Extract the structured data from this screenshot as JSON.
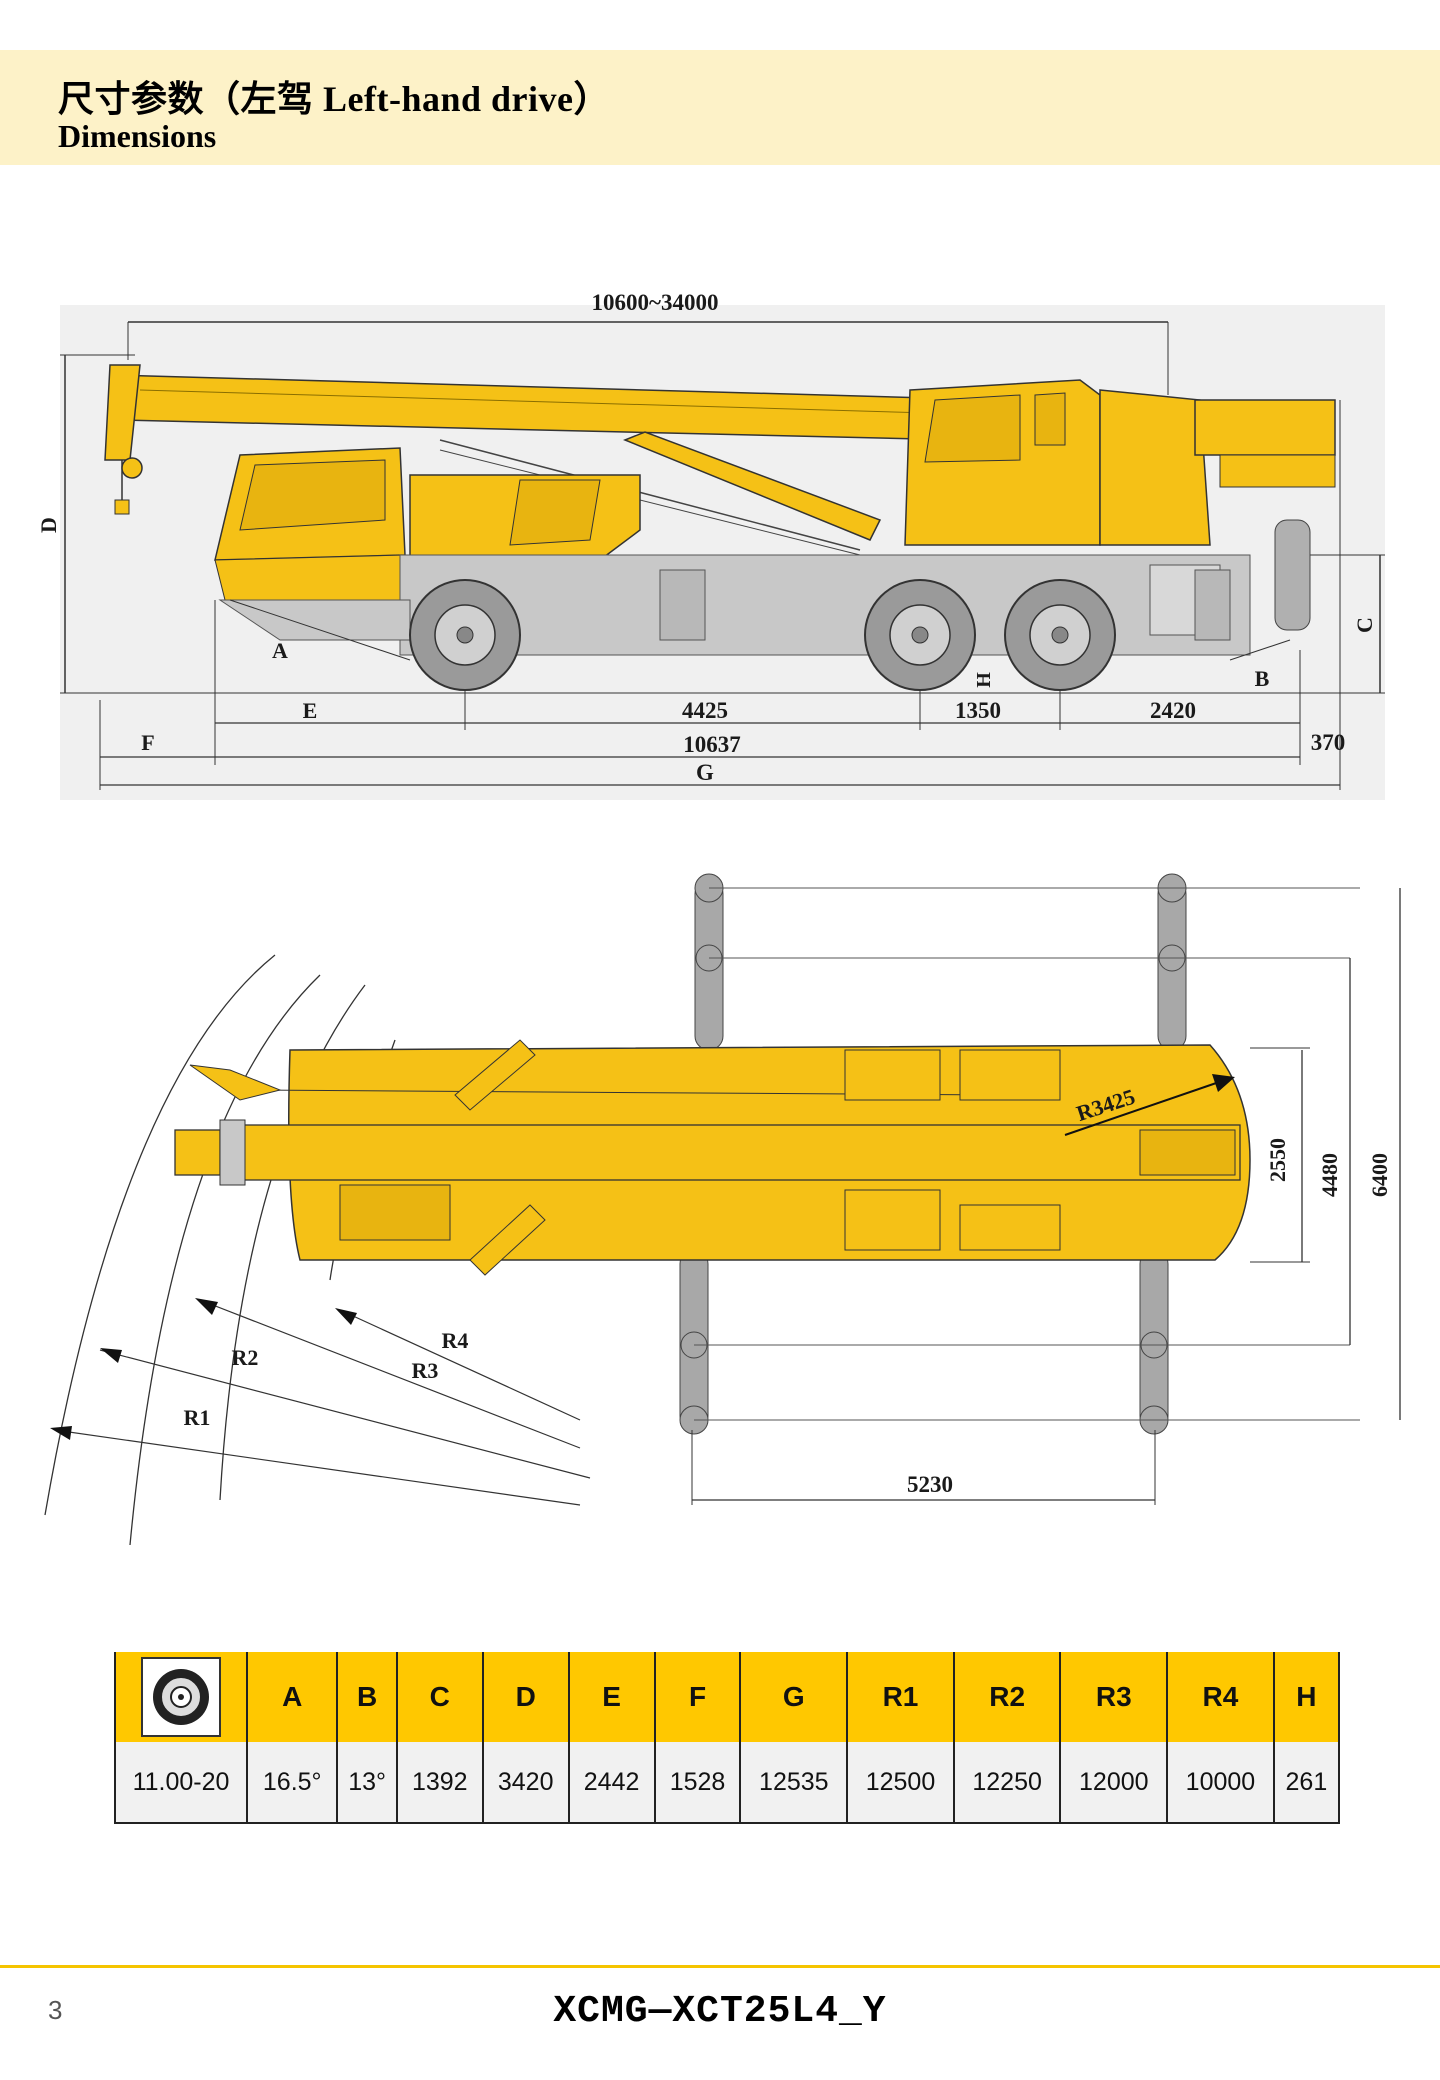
{
  "header": {
    "title_cn": "尺寸参数（左驾 Left-hand drive）",
    "title_en": "Dimensions"
  },
  "side_view": {
    "boom_length": "10600~34000",
    "label_A": "A",
    "label_B": "B",
    "label_C": "C",
    "label_D": "D",
    "label_E": "E",
    "label_F": "F",
    "label_G": "G",
    "label_H": "H",
    "dim_4425": "4425",
    "dim_1350": "1350",
    "dim_2420": "2420",
    "dim_10637": "10637",
    "dim_370": "370"
  },
  "top_view": {
    "label_R1": "R1",
    "label_R2": "R2",
    "label_R3": "R3",
    "label_R4": "R4",
    "radius_rear": "R3425",
    "width_2550": "2550",
    "width_4480": "4480",
    "width_6400": "6400",
    "outrigger_span": "5230"
  },
  "table": {
    "headers": [
      "A",
      "B",
      "C",
      "D",
      "E",
      "F",
      "G",
      "R1",
      "R2",
      "R3",
      "R4",
      "H"
    ],
    "tyre": "11.00-20",
    "values": [
      "16.5°",
      "13°",
      "1392",
      "3420",
      "2442",
      "1528",
      "12535",
      "12500",
      "12250",
      "12000",
      "10000",
      "261"
    ]
  },
  "footer": {
    "page": "3",
    "model": "XCMG—XCT25L4_Y"
  },
  "colors": {
    "crane_yellow": "#f5c116",
    "header_bg": "#fdf2c8",
    "table_header": "#ffc800"
  }
}
